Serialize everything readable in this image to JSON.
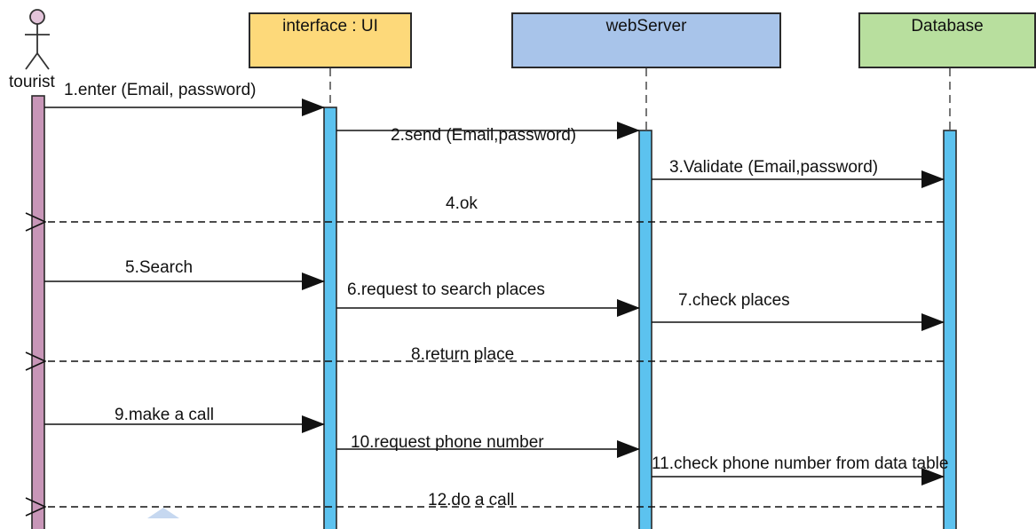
{
  "actor": {
    "label": "tourist"
  },
  "lifelines": [
    {
      "label": "interface : UI",
      "color": "#fdd97a"
    },
    {
      "label": "webServer",
      "color": "#a8c4ea"
    },
    {
      "label": "Database",
      "color": "#b8df9e"
    }
  ],
  "activation_colors": {
    "actor": "#c896b8",
    "objects": "#5cc2ef"
  },
  "messages": [
    {
      "label": "1.enter (Email, password)",
      "from": "tourist",
      "to": "interface : UI",
      "kind": "sync"
    },
    {
      "label": "2.send (Email,password)",
      "from": "interface : UI",
      "to": "webServer",
      "kind": "sync"
    },
    {
      "label": "3.Validate (Email,password)",
      "from": "webServer",
      "to": "Database",
      "kind": "sync"
    },
    {
      "label": "4.ok",
      "from": "Database",
      "to": "tourist",
      "kind": "return"
    },
    {
      "label": "5.Search",
      "from": "tourist",
      "to": "interface : UI",
      "kind": "sync"
    },
    {
      "label": "6.request to search places",
      "from": "interface : UI",
      "to": "webServer",
      "kind": "sync"
    },
    {
      "label": "7.check places",
      "from": "webServer",
      "to": "Database",
      "kind": "sync"
    },
    {
      "label": "8.return place",
      "from": "Database",
      "to": "tourist",
      "kind": "return"
    },
    {
      "label": "9.make a call",
      "from": "tourist",
      "to": "interface : UI",
      "kind": "sync"
    },
    {
      "label": "10.request phone number",
      "from": "interface : UI",
      "to": "webServer",
      "kind": "sync"
    },
    {
      "label": "11.check phone number from data table",
      "from": "webServer",
      "to": "Database",
      "kind": "sync"
    },
    {
      "label": "12.do a call",
      "from": "Database",
      "to": "tourist",
      "kind": "return"
    }
  ]
}
